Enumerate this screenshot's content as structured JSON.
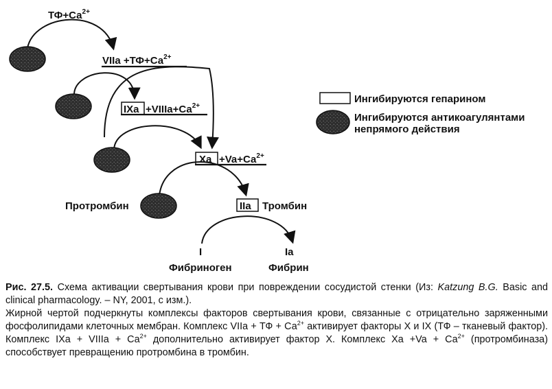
{
  "diagram": {
    "nodes": {
      "tf_ca": {
        "text": "ТФ+Са",
        "sup": "2+"
      },
      "viia": {
        "text": "VIIa +ТФ+Са",
        "sup": "2+"
      },
      "ixa_box": "IXa",
      "ixa_rest": "+VIIIa+Са",
      "ixa_sup": "2+",
      "xa_box": "Xa",
      "xa_rest": "+Va+Са",
      "xa_sup": "2+",
      "prothrombin": "Протромбин",
      "iia_box": "IIa",
      "thrombin": "Тромбин",
      "i_label": "I",
      "fibrinogen": "Фибриноген",
      "ia_label": "Ia",
      "fibrin": "Фибрин"
    },
    "legend": {
      "box_text": "Ингибируются гепарином",
      "oval_line1": "Ингибируются антикоагулянтами",
      "oval_line2": "непрямого действия"
    }
  },
  "caption": {
    "fig_label": "Рис. 27.5.",
    "fig_title": "Схема активации свертывания крови при повреждении сосудистой стенки (Из:",
    "author": "Katzung B.G.",
    "source": "Basic and clinical pharmacology. – NY, 2001, с изм.).",
    "body_1": "Жирной чертой подчеркнуты комплексы факторов свертывания крови, связанные с отрицательно заряженными фосфолипидами клеточных мембран. Комплекс VIIa + ТФ + Са",
    "sup_1": "2+",
    "body_2": " активирует факторы X и IX (ТФ – тканевый фактор). Комплекс IXa + VIIIa + Са",
    "sup_2": "2+",
    "body_3": " дополнительно активирует фактор X. Комплекс Xa +Va + Са",
    "sup_3": "2+",
    "body_4": " (протромбиназа) способствует превращению протромбина в тромбин."
  },
  "colors": {
    "oval_fill": "#3a3a3a",
    "ink": "#111111"
  }
}
